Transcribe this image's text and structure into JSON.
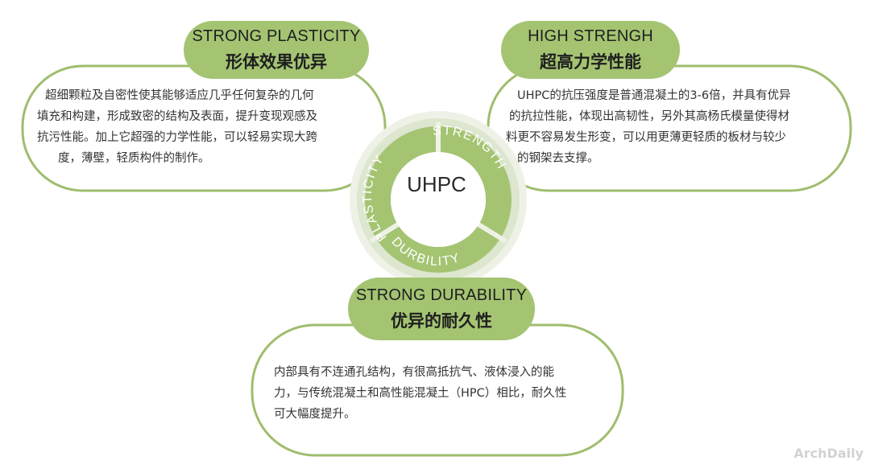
{
  "center": {
    "label": "UHPC",
    "ring_words": [
      "PLASTICITY",
      "STRENGTH",
      "DURBILITY"
    ]
  },
  "colors": {
    "accent_green": "#a4c472",
    "outline_green": "#9fbd6d",
    "ring_light": "#e6ecdd"
  },
  "cards": {
    "plasticity": {
      "title_en": "STRONG PLASTICITY",
      "title_zh": "形体效果优异",
      "lines": [
        "超细颗粒及自密性使其能够适应几乎任何复杂的几何",
        "填充和构建，形成致密的结构及表面，提升变现观感及",
        "抗污性能。加上它超强的力学性能，可以轻易实现大跨",
        "度，薄壁，轻质构件的制作。"
      ]
    },
    "strength": {
      "title_en": "HIGH STRENGH",
      "title_zh": "超高力学性能",
      "lines": [
        "UHPC的抗压强度是普通混凝土的3-6倍，并具有优异",
        "的抗拉性能，体现出高韧性，另外其高杨氏模量使得材",
        "料更不容易发生形变，可以用更薄更轻质的板材与较少",
        "的钢架去支撑。"
      ]
    },
    "durability": {
      "title_en": "STRONG DURABILITY",
      "title_zh": "优异的耐久性",
      "lines": [
        "内部具有不连通孔结构，有很高抵抗气、液体浸入的能",
        "力，与传统混凝土和高性能混凝土（HPC）相比，耐久性",
        "可大幅度提升。"
      ]
    }
  },
  "watermark": "ArchDaily"
}
